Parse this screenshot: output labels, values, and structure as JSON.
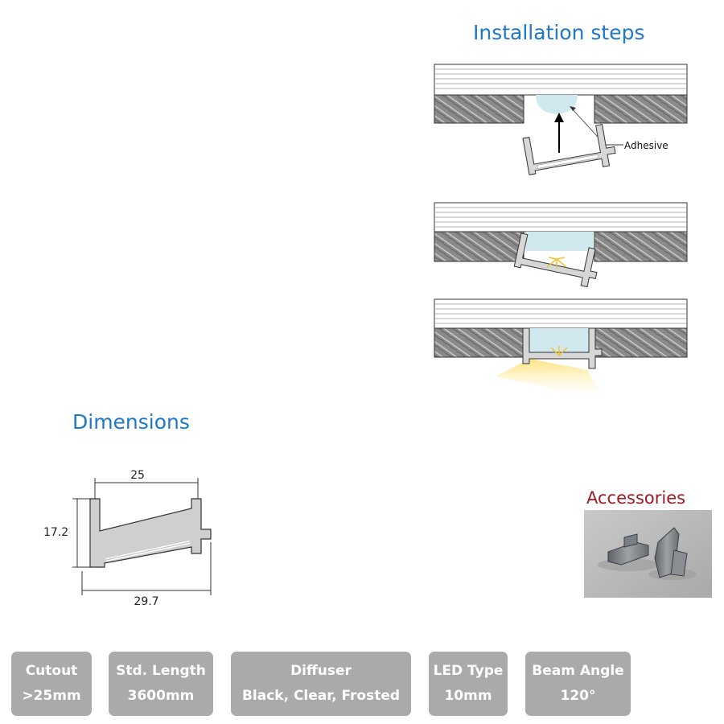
{
  "installation": {
    "title": "Installation steps",
    "adhesive_label": "Adhesive"
  },
  "dimensions": {
    "title": "Dimensions",
    "width_top": "25",
    "height": "17.2",
    "width_bottom": "29.7"
  },
  "accessories": {
    "title": "Accessories"
  },
  "specs": [
    {
      "label": "Cutout",
      "value": ">25mm"
    },
    {
      "label": "Std. Length",
      "value": "3600mm"
    },
    {
      "label": "Diffuser",
      "value": "Black, Clear, Frosted"
    },
    {
      "label": "LED Type",
      "value": "10mm"
    },
    {
      "label": "Beam Angle",
      "value": "120°"
    }
  ],
  "colors": {
    "heading_blue": "#1f78c8",
    "accessories_red": "#9a1b24",
    "spec_box": "#aaaaaa"
  }
}
